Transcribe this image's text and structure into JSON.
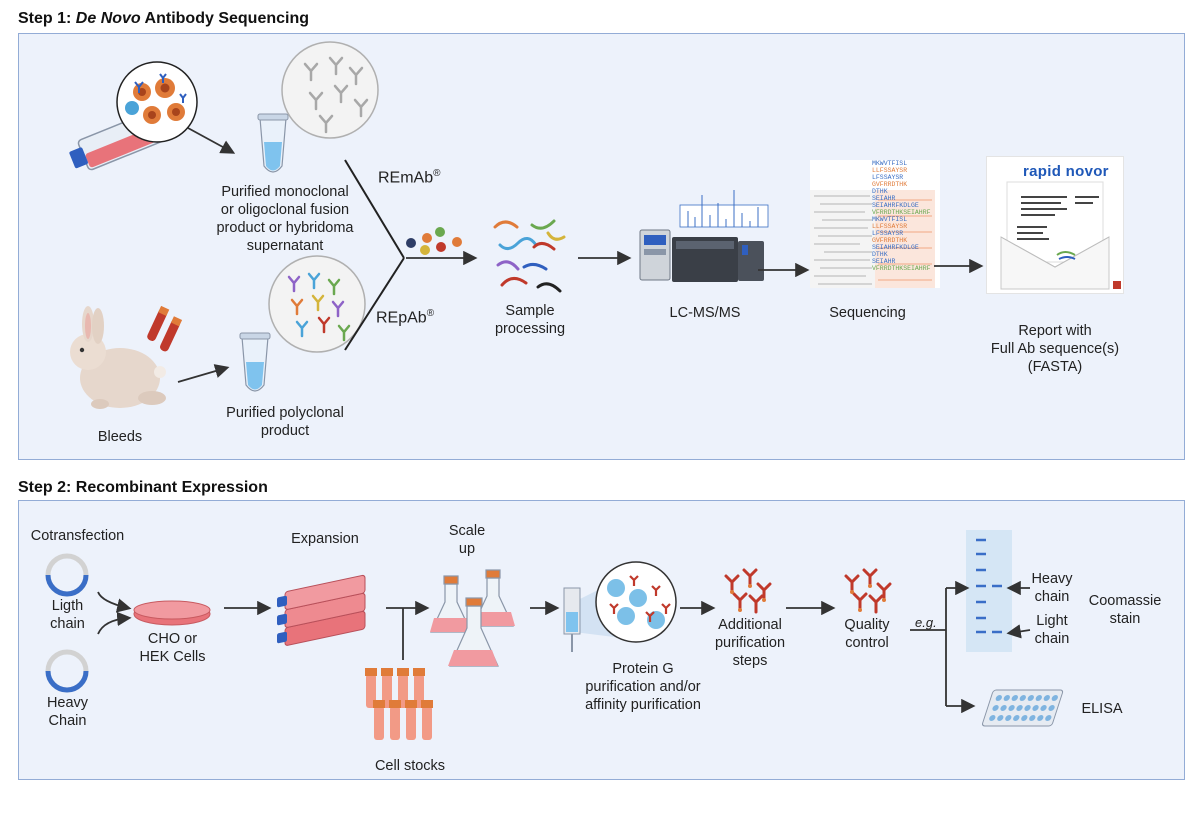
{
  "step1": {
    "title_prefix": "Step 1: ",
    "title_italic": "De Novo",
    "title_suffix": " Antibody Sequencing",
    "labels": {
      "monoclonal_line1": "Purified monoclonal",
      "monoclonal_line2": "or oligoclonal fusion",
      "monoclonal_line3": "product or hybridoma",
      "monoclonal_line4": "supernatant",
      "polyclonal_line1": "Purified polyclonal",
      "polyclonal_line2": "product",
      "bleeds": "Bleeds",
      "remab": "REmAb",
      "repab": "REpAb",
      "registered": "®",
      "sample_line1": "Sample",
      "sample_line2": "processing",
      "lcms": "LC-MS/MS",
      "sequencing": "Sequencing",
      "report_line1": "Report with",
      "report_line2": "Full Ab sequence(s)",
      "report_line3": "(FASTA)",
      "report_logo": "rapid novor"
    },
    "sequences": [
      "MKWVTFISL",
      "LLFSSAYSR",
      "LFSSAYSR",
      "GVFRRDTHK",
      "DTHK",
      "SEIAHR",
      "SEIAHRFKDLGE",
      "VFRRDTHKSEIAHRF",
      "MKWVTFISL",
      "LLFSSAYSR",
      "LFSSAYSR",
      "GVFRRDTHK",
      "SEIAHRFKDLGE",
      "DTHK",
      "SEIAHR",
      "VFRRDTHKSEIAHRF"
    ],
    "sequence_colors": [
      "#3b6fc4",
      "#e07b39",
      "#3b6fc4",
      "#e07b39",
      "#3b6fc4",
      "#3b6fc4",
      "#3b6fc4",
      "#6aa84f",
      "#3b6fc4",
      "#e07b39",
      "#3b6fc4",
      "#e07b39",
      "#3b6fc4",
      "#3b6fc4",
      "#3b6fc4",
      "#6aa84f"
    ]
  },
  "step2": {
    "title": "Step 2: Recombinant Expression",
    "labels": {
      "cotransfection": "Cotransfection",
      "light_line1": "Ligth",
      "light_line2": "chain",
      "heavy_line1": "Heavy",
      "heavy_line2": "Chain",
      "cho_line1": "CHO or",
      "cho_line2": "HEK Cells",
      "expansion": "Expansion",
      "scale_line1": "Scale",
      "scale_line2": "up",
      "cell_stocks": "Cell stocks",
      "proteing_line1": "Protein G",
      "proteing_line2": "purification and/or",
      "proteing_line3": "affinity purification",
      "additional_line1": "Additional",
      "additional_line2": "purification",
      "additional_line3": "steps",
      "quality_line1": "Quality",
      "quality_line2": "control",
      "eg": "e.g.",
      "gel_heavy_line1": "Heavy",
      "gel_heavy_line2": "chain",
      "gel_light_line1": "Light",
      "gel_light_line2": "chain",
      "coomassie_line1": "Coomassie",
      "coomassie_line2": "stain",
      "elisa": "ELISA"
    }
  },
  "colors": {
    "panel_bg": "#edf2fb",
    "panel_border": "#93acd6",
    "arrow": "#333333",
    "flask_media": "#e8737a",
    "plasmid_blue": "#3a6ec7",
    "bead": "#7cc0e8"
  }
}
